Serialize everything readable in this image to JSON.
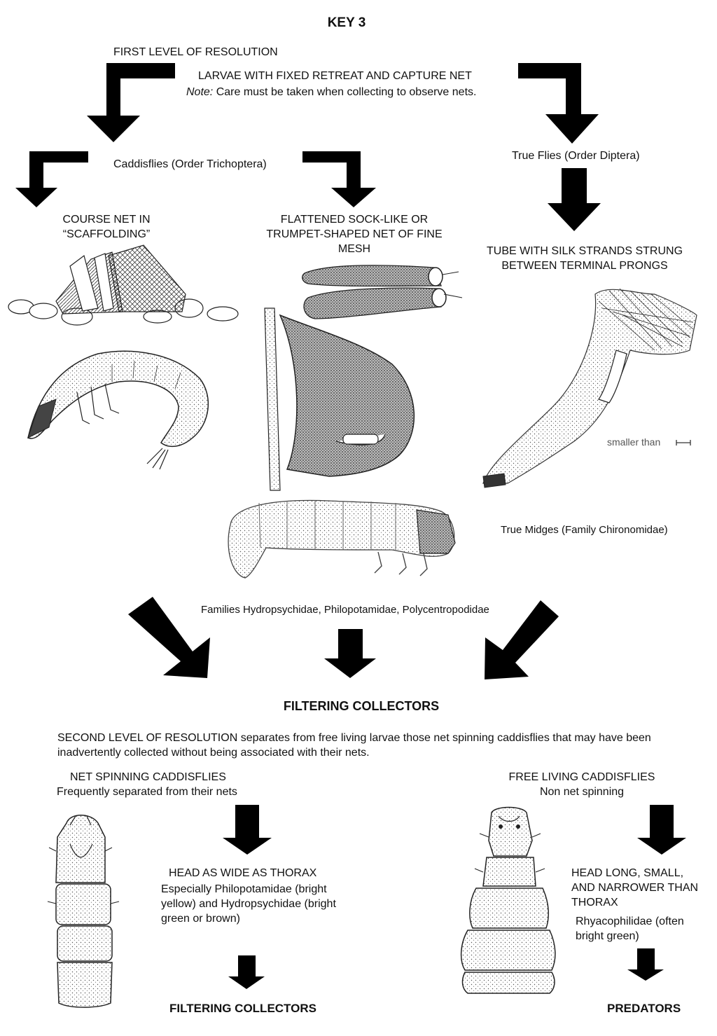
{
  "title": "KEY 3",
  "level1": {
    "heading": "FIRST LEVEL OF RESOLUTION",
    "subject": "LARVAE WITH FIXED RETREAT AND CAPTURE NET",
    "note_label": "Note:",
    "note_text": "Care must be taken when collecting to observe nets."
  },
  "caddisflies": "Caddisflies (Order Trichoptera)",
  "true_flies": "True Flies (Order Diptera)",
  "course_net": [
    "COURSE NET IN",
    "“SCAFFOLDING”"
  ],
  "flattened_net": [
    "FLATTENED SOCK-LIKE OR",
    "TRUMPET-SHAPED NET OF FINE",
    "MESH"
  ],
  "tube_net": [
    "TUBE WITH SILK STRANDS STRUNG",
    "BETWEEN TERMINAL PRONGS"
  ],
  "scale_label": "smaller than",
  "true_midges": "True Midges (Family Chironomidae)",
  "families": "Families Hydropsychidae, Philopotamidae, Polycentropodidae",
  "filtering_collectors_main": "FILTERING COLLECTORS",
  "level2": {
    "heading": "SECOND LEVEL OF RESOLUTION",
    "text_line1": "separates from free living larvae those net spinning caddisflies that may have been",
    "text_line2": "inadvertently collected without being associated with their nets."
  },
  "net_spinning": {
    "heading": "NET SPINNING CADDISFLIES",
    "sub": "Frequently separated from their nets",
    "head_desc": "HEAD AS WIDE AS THORAX",
    "examples": [
      "Especially Philopotamidae (bright",
      "yellow) and Hydropsychidae (bright",
      "green or brown)"
    ],
    "result": "FILTERING COLLECTORS"
  },
  "free_living": {
    "heading": "FREE LIVING CADDISFLIES",
    "sub": "Non net spinning",
    "head_desc": [
      "HEAD LONG, SMALL,",
      "AND NARROWER THAN",
      "THORAX"
    ],
    "examples": [
      "Rhyacophilidae (often",
      "bright green)"
    ],
    "result": "PREDATORS"
  }
}
